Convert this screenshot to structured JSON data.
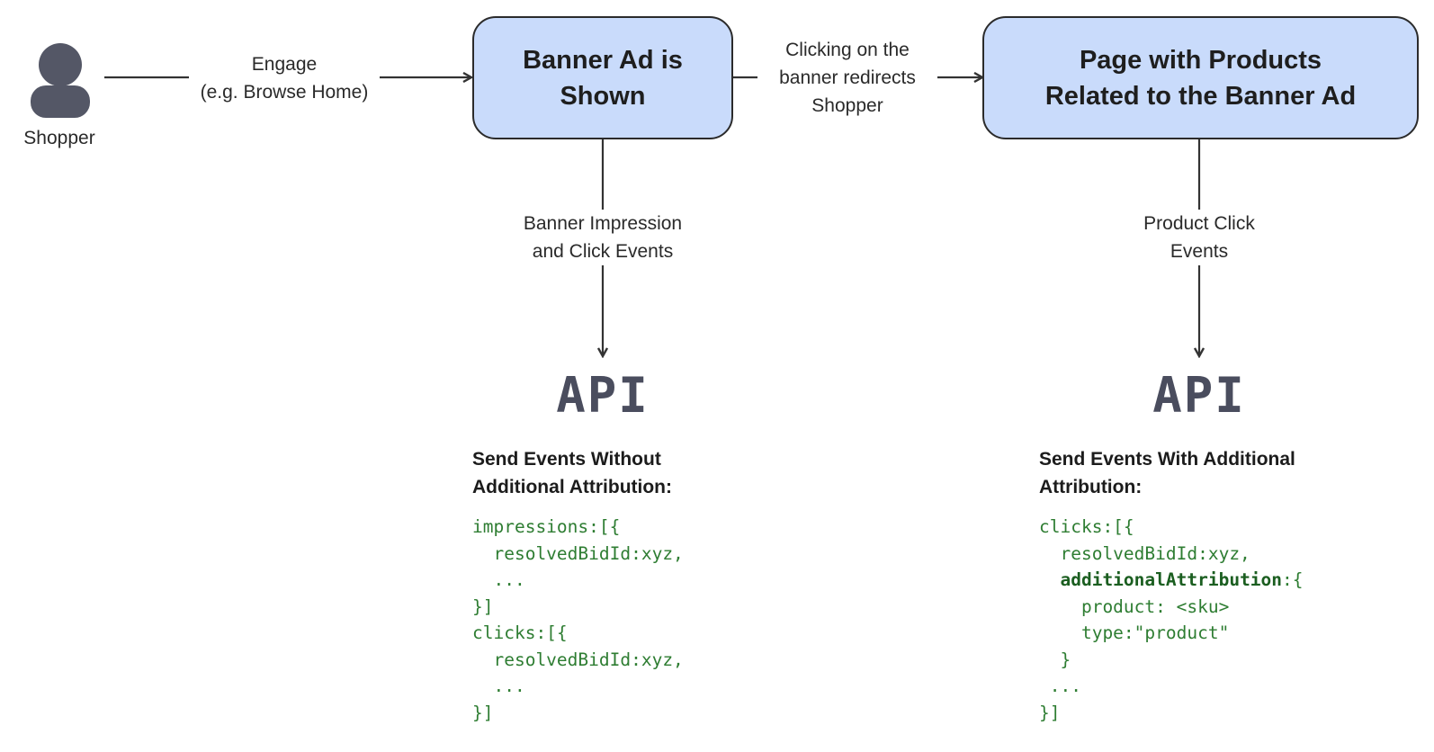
{
  "actor": {
    "label": "Shopper",
    "icon": "person-icon",
    "icon_color": "#545766"
  },
  "edges": {
    "engage": "Engage\n(e.g. Browse Home)",
    "redirect": "Clicking on the\nbanner redirects\nShopper",
    "banner_events": "Banner Impression\nand Click Events",
    "product_events": "Product Click\nEvents"
  },
  "nodes": {
    "banner": {
      "label": "Banner Ad is\nShown"
    },
    "products_page": {
      "label": "Page with Products\nRelated to the Banner Ad"
    }
  },
  "left_api": {
    "title": "API",
    "heading": "Send Events Without\nAdditional Attribution:",
    "code": [
      [
        "impressions:[{"
      ],
      [
        "  resolvedBidId:xyz,"
      ],
      [
        "  ..."
      ],
      [
        "}]"
      ],
      [
        "clicks:[{"
      ],
      [
        "  resolvedBidId:xyz,"
      ],
      [
        "  ..."
      ],
      [
        "}]"
      ]
    ]
  },
  "right_api": {
    "title": "API",
    "heading": "Send Events With Additional\nAttribution:",
    "code": [
      [
        "clicks:[{"
      ],
      [
        "  resolvedBidId:xyz,"
      ],
      [
        "  ",
        "additionalAttribution",
        ":{"
      ],
      [
        "    product: <sku>"
      ],
      [
        "    type:\"product\""
      ],
      [
        "  }"
      ],
      [
        " ..."
      ],
      [
        "}]"
      ]
    ]
  },
  "colors": {
    "node_fill": "#c9dbfb",
    "node_border": "#2b2b2b",
    "code_text": "#2e7d32",
    "api_text": "#4a4d5e",
    "connector": "#333333"
  }
}
